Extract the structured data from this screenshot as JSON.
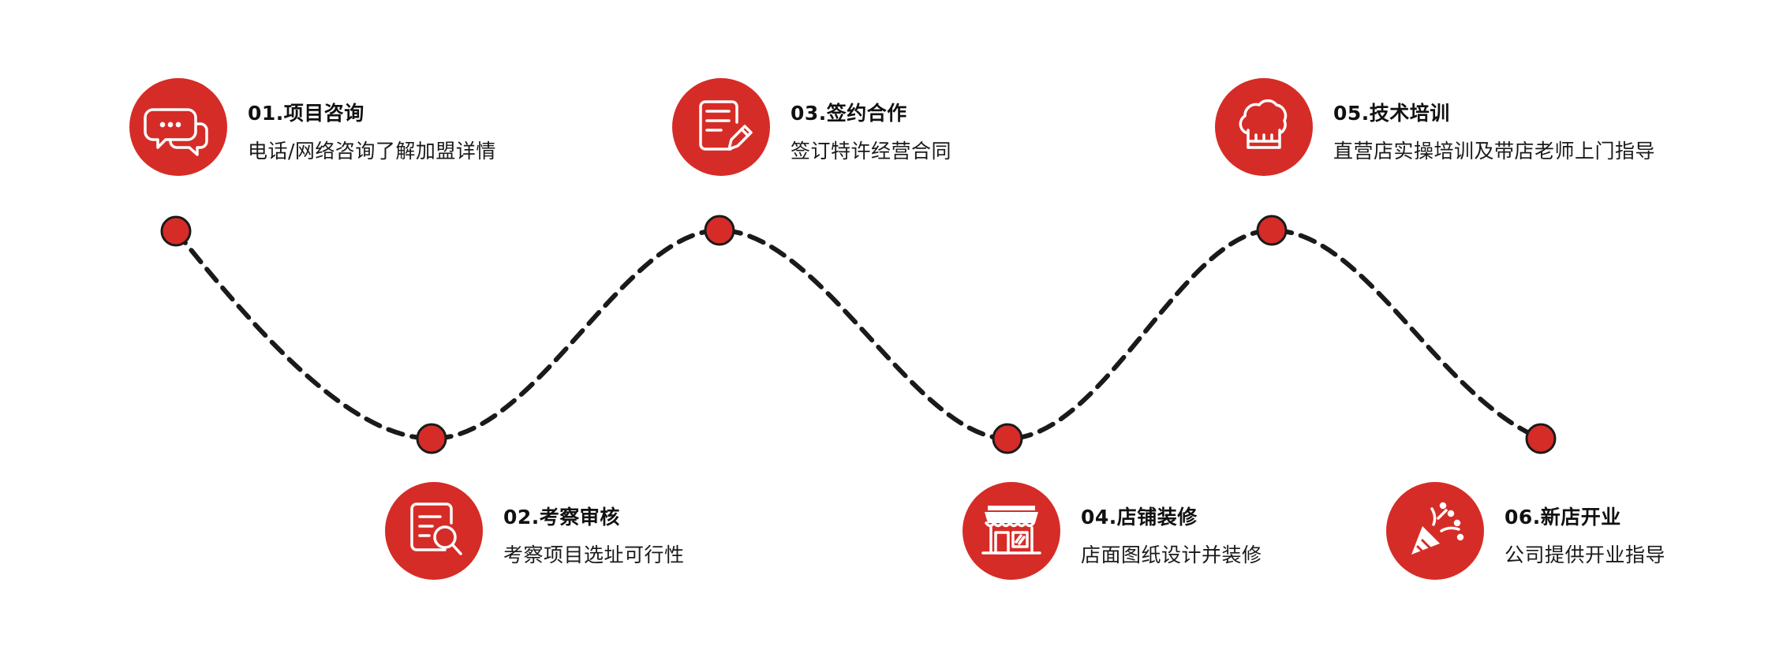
{
  "colors": {
    "accent": "#d62c27",
    "line": "#1a1a1a",
    "text": "#111111"
  },
  "steps": [
    {
      "title": "01.项目咨询",
      "desc": "电话/网络咨询了解加盟详情",
      "icon": "chat-bubbles-icon"
    },
    {
      "title": "02.考察审核",
      "desc": "考察项目选址可行性",
      "icon": "document-search-icon"
    },
    {
      "title": "03.签约合作",
      "desc": "签订特许经营合同",
      "icon": "contract-pen-icon"
    },
    {
      "title": "04.店铺装修",
      "desc": "店面图纸设计并装修",
      "icon": "storefront-icon"
    },
    {
      "title": "05.技术培训",
      "desc": "直营店实操培训及带店老师上门指导",
      "icon": "chef-hat-icon"
    },
    {
      "title": "06.新店开业",
      "desc": "公司提供开业指导",
      "icon": "party-popper-icon"
    }
  ]
}
